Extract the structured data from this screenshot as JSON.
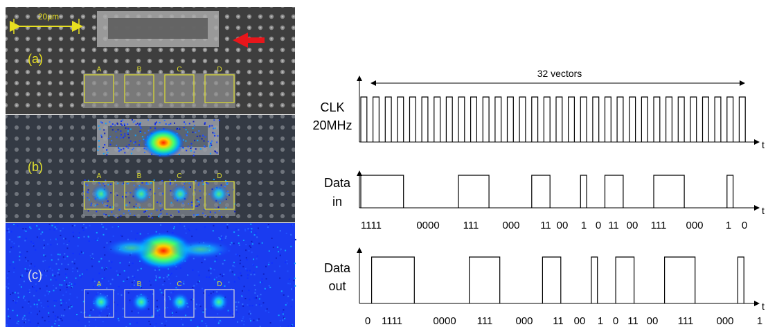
{
  "panels": {
    "scale_bar_label": "20µm",
    "items": [
      {
        "label": "(a)",
        "style": "optical"
      },
      {
        "label": "(b)",
        "style": "overlay"
      },
      {
        "label": "(c)",
        "style": "emission"
      }
    ],
    "box_labels": [
      "A",
      "B",
      "C",
      "D"
    ],
    "arrow_color": "#e8161b",
    "box_color": "#e0e030"
  },
  "timing": {
    "span_label": "32 vectors",
    "clock_cycles": 32,
    "rows": [
      {
        "key": "clk",
        "label_lines": [
          "CLK",
          "20MHz"
        ]
      },
      {
        "key": "din",
        "label_lines": [
          "Data",
          "in"
        ]
      },
      {
        "key": "dout",
        "label_lines": [
          "Data",
          "out"
        ]
      }
    ],
    "axis_label": "t",
    "data_in_bits": "11110000111000110010110011100010",
    "data_out_bits": "01111000011100011001011001110001",
    "data_in_groups": [
      "1111",
      "0000",
      "111",
      "000",
      "11",
      "00",
      "1",
      "0",
      "11",
      "00",
      "111",
      "000",
      "1",
      "0"
    ],
    "data_out_groups": [
      "0",
      "1111",
      "0000",
      "111",
      "000",
      "11",
      "00",
      "1",
      "0",
      "11",
      "00",
      "111",
      "000",
      "1"
    ]
  }
}
